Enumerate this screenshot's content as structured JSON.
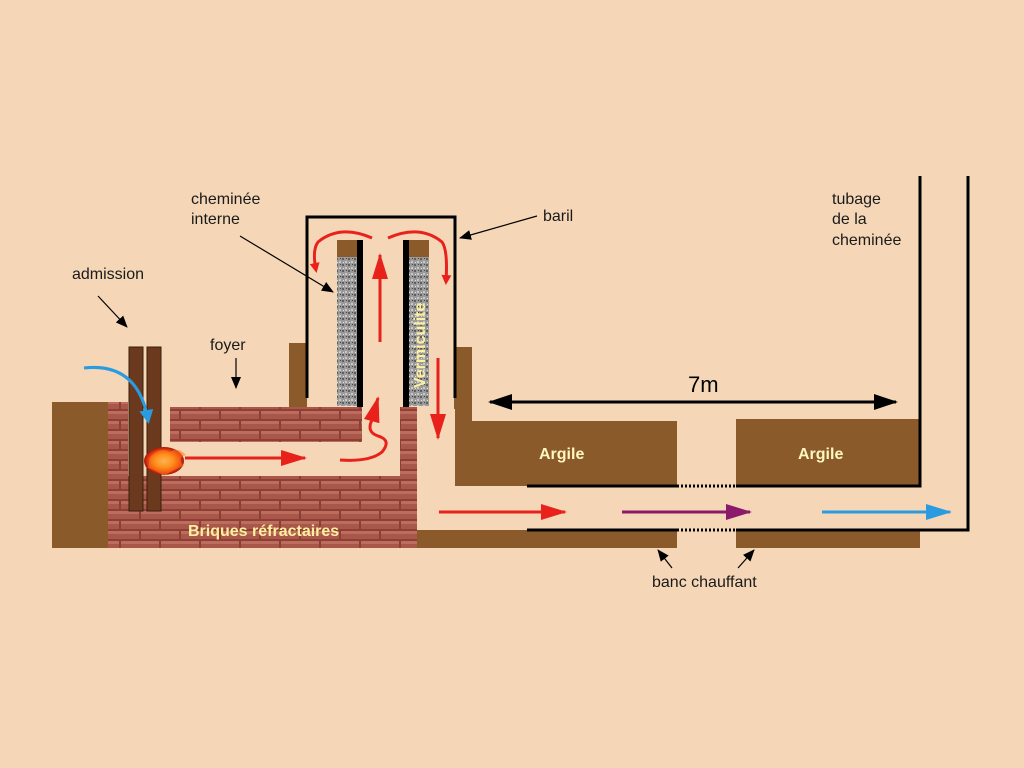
{
  "labels": {
    "admission": "admission",
    "foyer": "foyer",
    "cheminee_interne_1": "cheminée",
    "cheminee_interne_2": "interne",
    "baril": "baril",
    "tubage_1": "tubage",
    "tubage_2": "de la",
    "tubage_3": "cheminée",
    "vermiculite": "Vermiculite",
    "briques": "Briques réfractaires",
    "argile_left": "Argile",
    "argile_right": "Argile",
    "dimension": "7m",
    "banc": "banc chauffant"
  },
  "colors": {
    "background": "#f5d7b8",
    "earth": "#8b5a2b",
    "brick": "#9c4a3a",
    "hot_gas": "#e8221b",
    "warm_gas": "#8b1a6b",
    "cool_gas": "#2a9be0",
    "air_intake": "#2a9be0"
  }
}
